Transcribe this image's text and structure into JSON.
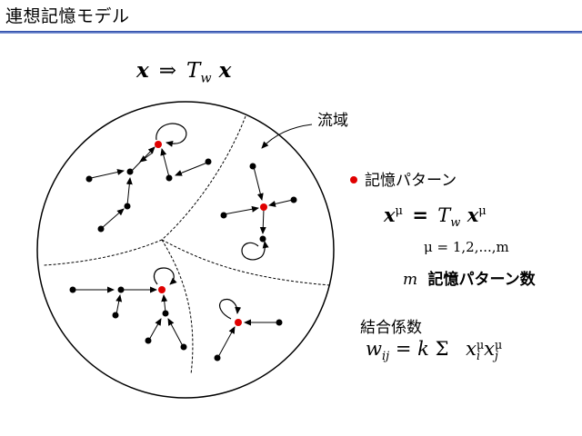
{
  "slide": {
    "title": "連想記憶モデル"
  },
  "diagram": {
    "top_formula": {
      "lhs": "x",
      "arrow": "⇒",
      "t": "T",
      "t_sub": "w",
      "rhs": "x"
    },
    "region_label": "流域",
    "legend": {
      "bullet_color": "#e00000",
      "label": "記憶パターン",
      "eq": {
        "x": "x",
        "mu": "μ",
        "equals": "=",
        "t": "T",
        "t_sub": "w"
      },
      "mu_range": "μ = 1,2,...,m",
      "count": {
        "m": "m",
        "label": "記憶パターン数"
      }
    },
    "coupling": {
      "label": "結合係数",
      "formula": {
        "w": "w",
        "w_sub": "ij",
        "equals": "=",
        "k": "k",
        "sigma": "Σ",
        "x": "x",
        "mu": "μ",
        "i": "i",
        "j": "j"
      }
    }
  },
  "colors": {
    "attractor": "#e00000",
    "node": "#000000",
    "title_bar": "#2040a0"
  }
}
